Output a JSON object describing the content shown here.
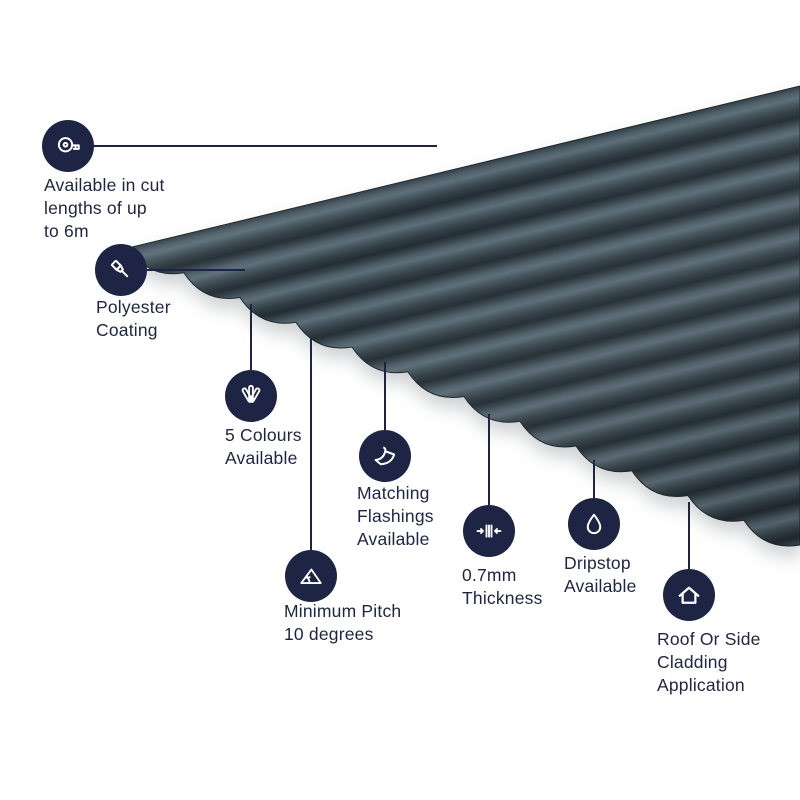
{
  "page": {
    "background": "#ffffff"
  },
  "palette": {
    "accent_navy": "#1e2544",
    "icon_glyph": "#ffffff",
    "sheet_base": "#3e4b54",
    "sheet_highlight": "#5d6e79",
    "sheet_shadow": "#222c33"
  },
  "features": [
    {
      "icon": "tape-measure-icon",
      "label": "Available in cut\nlengths of up\nto 6m"
    },
    {
      "icon": "paintbrush-icon",
      "label": "Polyester\nCoating"
    },
    {
      "icon": "colour-swatch-icon",
      "label": "5 Colours\nAvailable"
    },
    {
      "icon": "flashing-icon",
      "label": "Matching\nFlashings\nAvailable"
    },
    {
      "icon": "pitch-angle-icon",
      "label": "Minimum Pitch\n10 degrees"
    },
    {
      "icon": "thickness-icon",
      "label": "0.7mm\nThickness"
    },
    {
      "icon": "dripstop-icon",
      "label": "Dripstop\nAvailable"
    },
    {
      "icon": "house-icon",
      "label": "Roof Or Side\nCladding\nApplication"
    }
  ]
}
